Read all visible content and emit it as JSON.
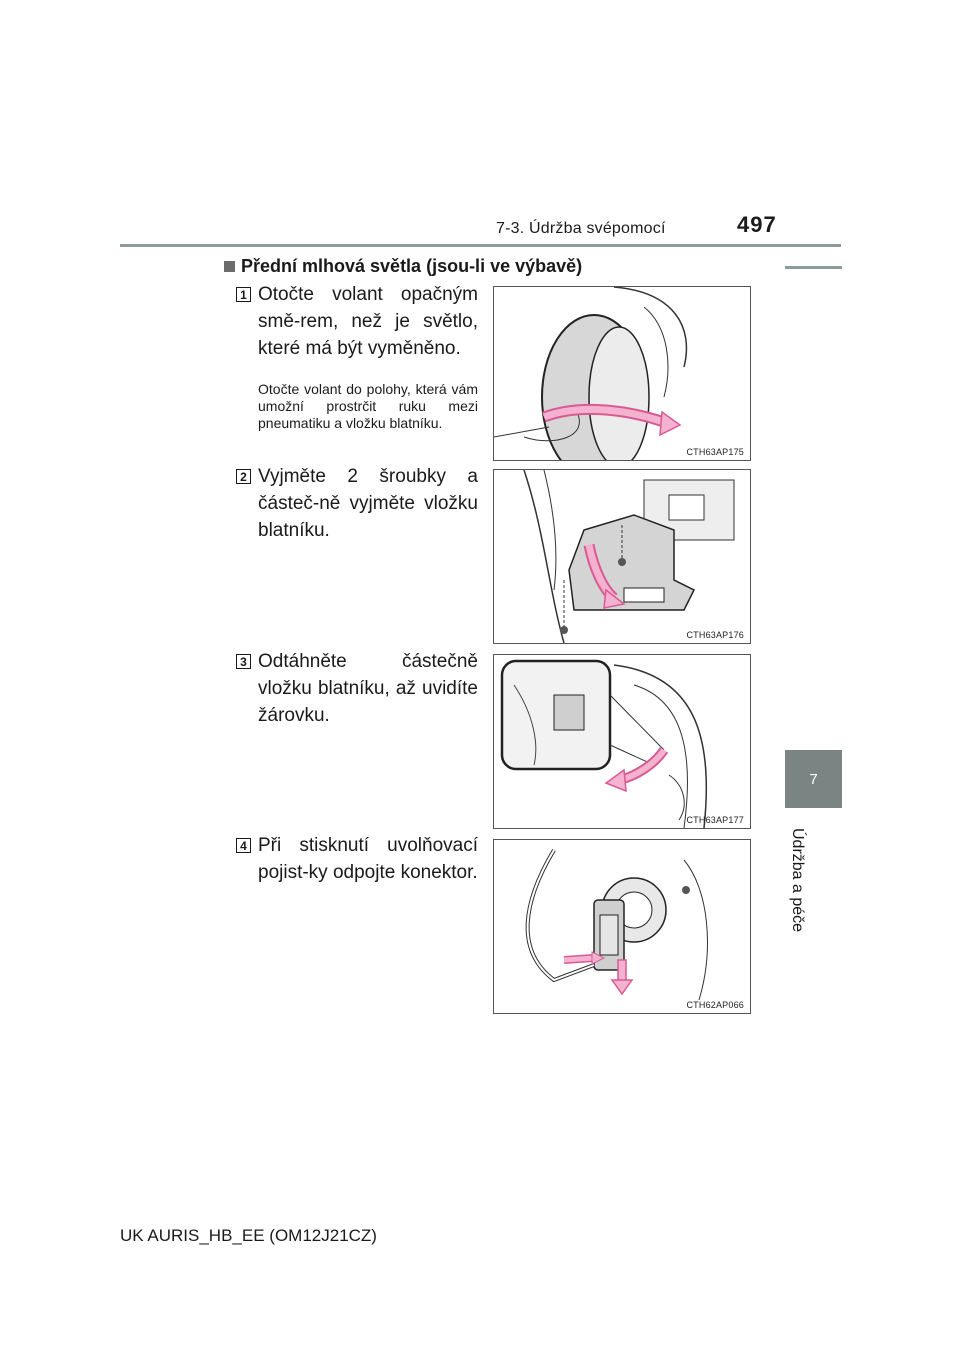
{
  "header": {
    "section": "7-3. Údržba svépomocí",
    "page_number": "497"
  },
  "side_tab": {
    "chapter_number": "7",
    "chapter_title": "Údržba a péče"
  },
  "section_title": "Přední mlhová světla (jsou-li ve výbavě)",
  "steps": [
    {
      "number": "1",
      "text": "Otočte volant opačným smě-rem, než je světlo, které má být vyměněno.",
      "note": "Otočte volant do polohy, která vám umožní prostrčit ruku mezi pneumatiku a vložku blatníku.",
      "figure_code": "CTH63AP175",
      "figure_icon": "tire-turn-illustration"
    },
    {
      "number": "2",
      "text": "Vyjměte 2 šroubky a částeč-ně vyjměte vložku blatníku.",
      "figure_code": "CTH63AP176",
      "figure_icon": "fender-liner-screws-illustration"
    },
    {
      "number": "3",
      "text": "Odtáhněte částečně vložku blatníku, až uvidíte žárovku.",
      "figure_code": "CTH63AP177",
      "figure_icon": "pull-liner-illustration"
    },
    {
      "number": "4",
      "text": "Při stisknutí uvolňovací pojist-ky odpojte konektor.",
      "figure_code": "CTH62AP066",
      "figure_icon": "connector-release-illustration"
    }
  ],
  "footer": "UK AURIS_HB_EE (OM12J21CZ)",
  "colors": {
    "accent_rule": "#8c9c9a",
    "tab_bg": "#7a8583",
    "arrow_pink": "#f19ac0"
  }
}
